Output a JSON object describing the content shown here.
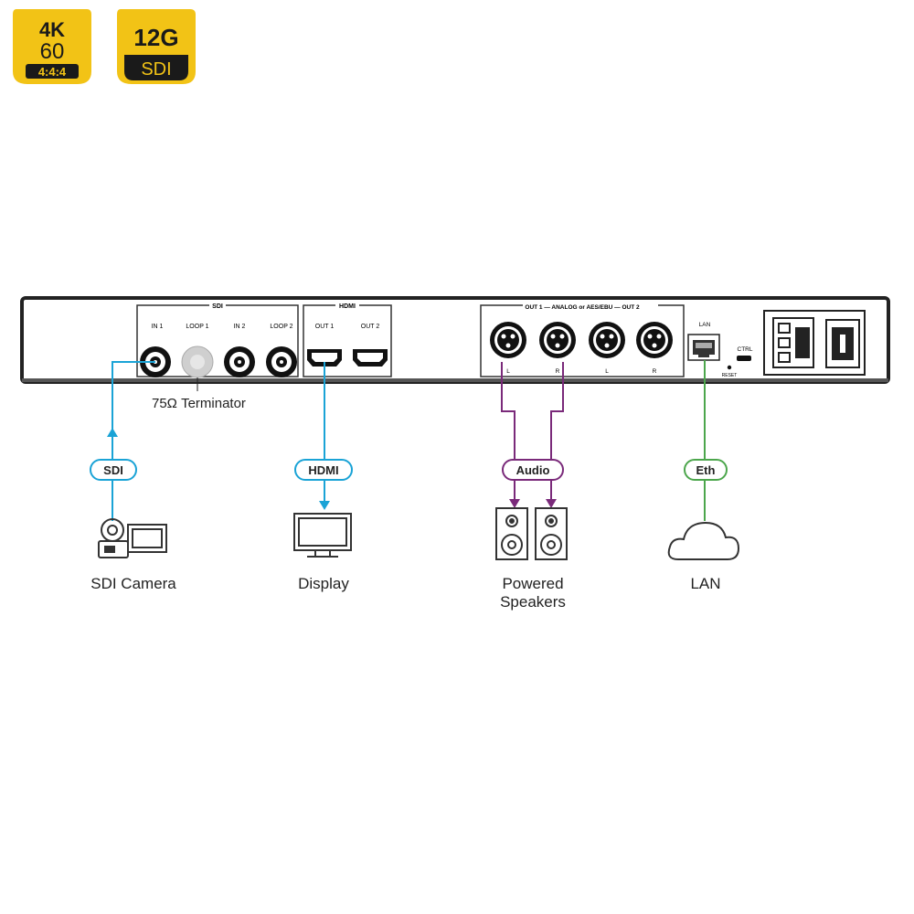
{
  "badges": {
    "b4k": {
      "line1": "4K",
      "line2": "60",
      "line3": "4:4:4"
    },
    "b12g": {
      "line1": "12G",
      "line2": "SDI"
    }
  },
  "panel": {
    "sdi": {
      "group_title": "SDI",
      "in1": "IN 1",
      "loop1": "LOOP 1",
      "in2": "IN 2",
      "loop2": "LOOP 2"
    },
    "hdmi": {
      "group_title": "HDMI",
      "out1": "OUT 1",
      "out2": "OUT 2"
    },
    "audio": {
      "group_title": "OUT 1 — ANALOG or AES/EBU — OUT 2",
      "l1": "L",
      "r1": "R",
      "l2": "L",
      "r2": "R"
    },
    "lan_label": "LAN",
    "ctrl_label": "CTRL",
    "reset_label": "RESET"
  },
  "terminator_label": "75Ω Terminator",
  "cables": {
    "sdi": {
      "label": "SDI",
      "color": "#1aa3d6"
    },
    "hdmi": {
      "label": "HDMI",
      "color": "#1aa3d6"
    },
    "audio": {
      "label": "Audio",
      "color": "#7a2a7a"
    },
    "eth": {
      "label": "Eth",
      "color": "#4ca64c"
    }
  },
  "devices": {
    "camera": "SDI Camera",
    "display": "Display",
    "speakers_line1": "Powered",
    "speakers_line2": "Speakers",
    "lan": "LAN"
  },
  "colors": {
    "badge_yellow": "#f2c316",
    "badge_dark": "#1a1a1a",
    "panel_stroke": "#222222"
  }
}
